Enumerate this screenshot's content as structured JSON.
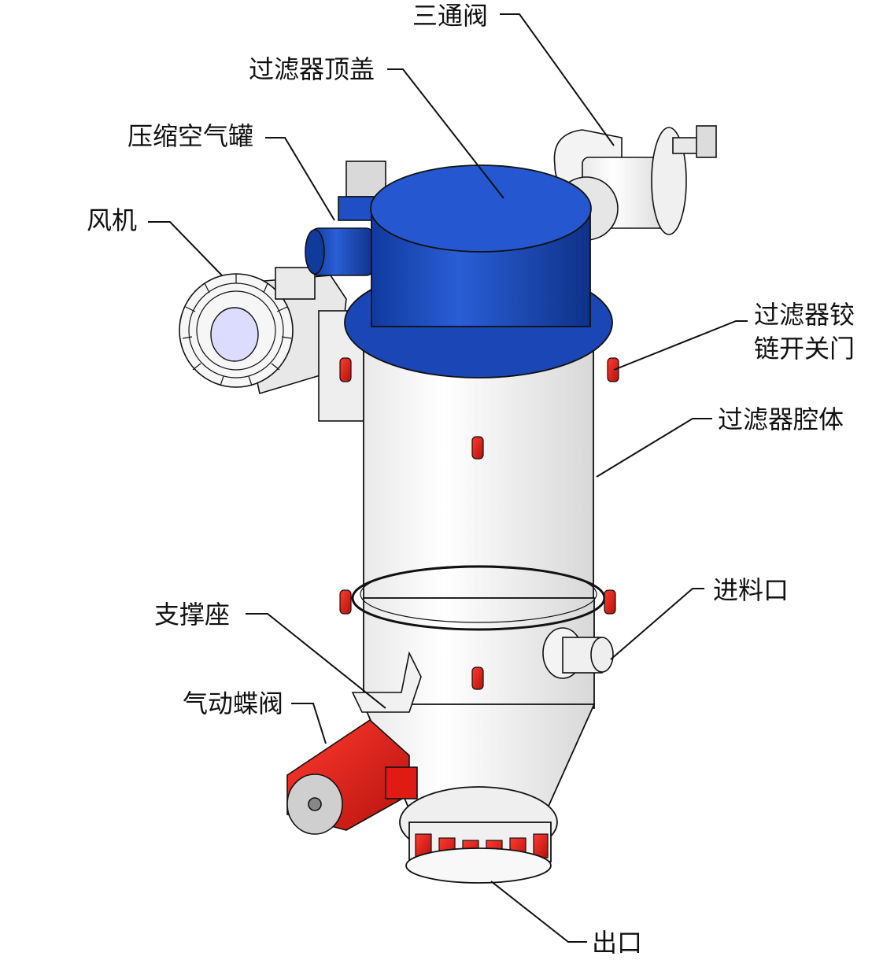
{
  "labels": {
    "three_way_valve": "三通阀",
    "filter_top_cover": "过滤器顶盖",
    "compressed_air_tank": "压缩空气罐",
    "fan": "风机",
    "filter_hinge_door_l1": "过滤器铰",
    "filter_hinge_door_l2": "链开关门",
    "filter_body": "过滤器腔体",
    "inlet": "进料口",
    "support_seat": "支撑座",
    "pneumatic_butterfly_valve": "气动蝶阀",
    "outlet": "出口"
  },
  "colors": {
    "blue": "#1f4fc4",
    "blue_dark": "#0d2f8a",
    "red": "#e01b14",
    "red_dark": "#9c0f0a",
    "steel": "#f4f4f4",
    "line": "#111111"
  }
}
